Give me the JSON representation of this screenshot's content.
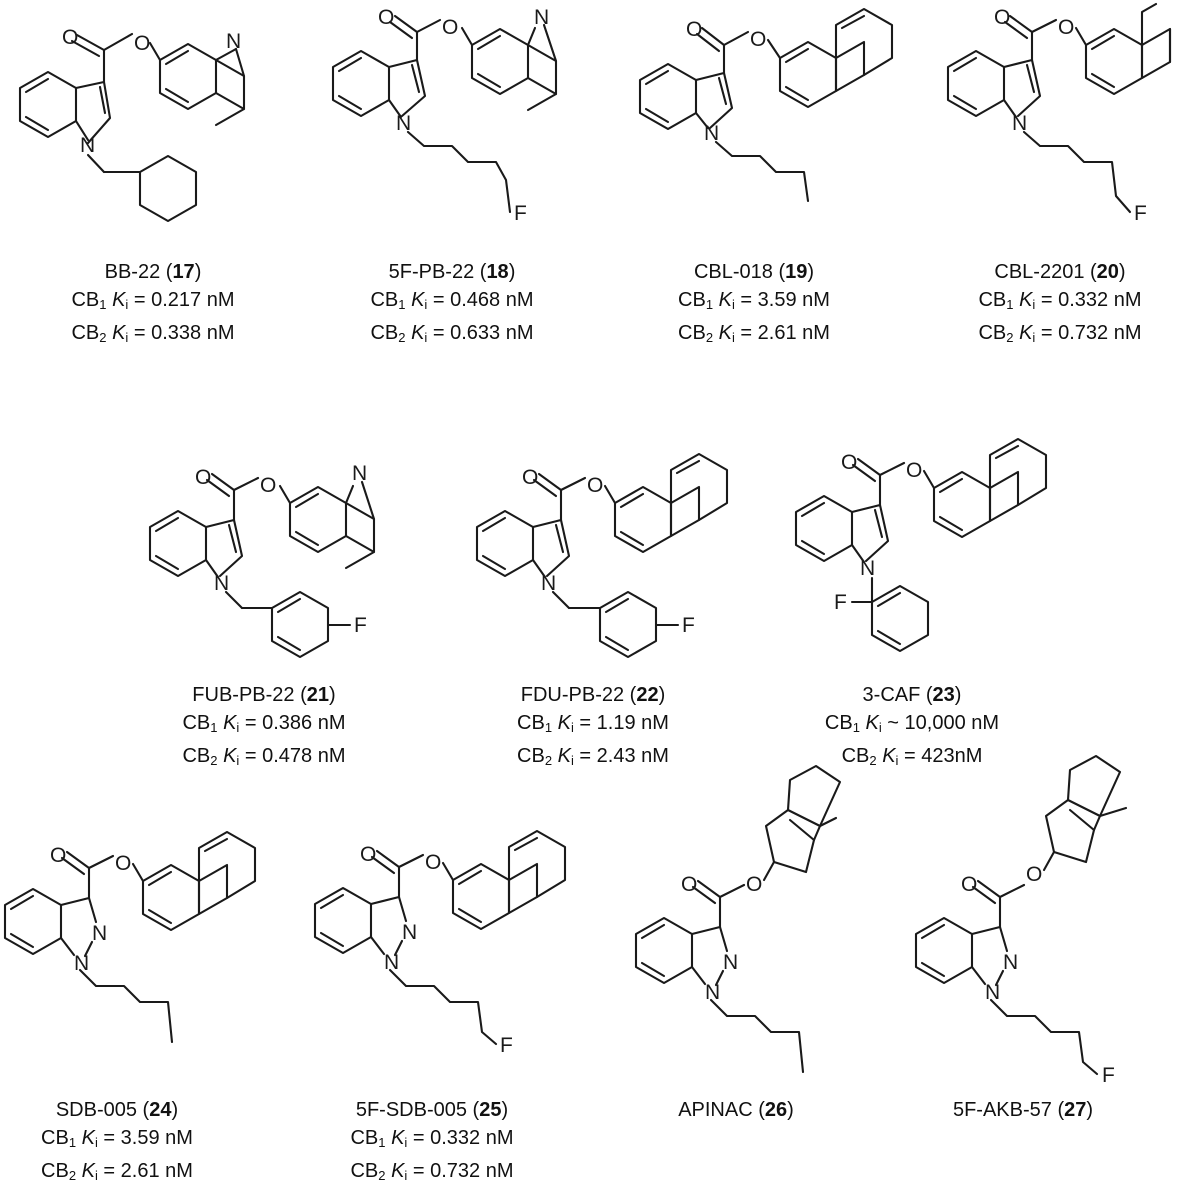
{
  "atoms": {
    "O": "O",
    "N": "N",
    "F": "F"
  },
  "compounds": [
    {
      "name": "BB-22",
      "number": "17",
      "cb1_label": "CB",
      "cb1_sub": "1",
      "cb2_label": "CB",
      "cb2_sub": "2",
      "ki_k": "K",
      "ki_sub": "i",
      "cb1_value": " = 0.217 nM",
      "cb2_value": " = 0.338 nM"
    },
    {
      "name": "5F-PB-22",
      "number": "18",
      "cb1_label": "CB",
      "cb1_sub": "1",
      "cb2_label": "CB",
      "cb2_sub": "2",
      "ki_k": "K",
      "ki_sub": "i",
      "cb1_value": " = 0.468 nM",
      "cb2_value": " = 0.633 nM"
    },
    {
      "name": "CBL-018",
      "number": "19",
      "cb1_label": "CB",
      "cb1_sub": "1",
      "cb2_label": "CB",
      "cb2_sub": "2",
      "ki_k": "K",
      "ki_sub": "i",
      "cb1_value": " = 3.59 nM",
      "cb2_value": " = 2.61 nM"
    },
    {
      "name": "CBL-2201",
      "number": "20",
      "cb1_label": "CB",
      "cb1_sub": "1",
      "cb2_label": "CB",
      "cb2_sub": "2",
      "ki_k": "K",
      "ki_sub": "i",
      "cb1_value": " = 0.332 nM",
      "cb2_value": " = 0.732 nM"
    },
    {
      "name": "FUB-PB-22",
      "number": "21",
      "cb1_label": "CB",
      "cb1_sub": "1",
      "cb2_label": "CB",
      "cb2_sub": "2",
      "ki_k": "K",
      "ki_sub": "i",
      "cb1_value": " = 0.386 nM",
      "cb2_value": " = 0.478 nM"
    },
    {
      "name": "FDU-PB-22",
      "number": "22",
      "cb1_label": "CB",
      "cb1_sub": "1",
      "cb2_label": "CB",
      "cb2_sub": "2",
      "ki_k": "K",
      "ki_sub": "i",
      "cb1_value": " = 1.19 nM",
      "cb2_value": " = 2.43 nM"
    },
    {
      "name": "3-CAF",
      "number": "23",
      "cb1_label": "CB",
      "cb1_sub": "1",
      "cb2_label": "CB",
      "cb2_sub": "2",
      "ki_k": "K",
      "ki_sub": "i",
      "cb1_value": " ~ 10,000 nM",
      "cb2_value": " = 423nM"
    },
    {
      "name": "SDB-005",
      "number": "24",
      "cb1_label": "CB",
      "cb1_sub": "1",
      "cb2_label": "CB",
      "cb2_sub": "2",
      "ki_k": "K",
      "ki_sub": "i",
      "cb1_value": " = 3.59 nM",
      "cb2_value": " = 2.61 nM"
    },
    {
      "name": "5F-SDB-005",
      "number": "25",
      "cb1_label": "CB",
      "cb1_sub": "1",
      "cb2_label": "CB",
      "cb2_sub": "2",
      "ki_k": "K",
      "ki_sub": "i",
      "cb1_value": " = 0.332 nM",
      "cb2_value": " = 0.732 nM"
    },
    {
      "name": "APINAC",
      "number": "26"
    },
    {
      "name": "5F-AKB-57",
      "number": "27"
    }
  ]
}
